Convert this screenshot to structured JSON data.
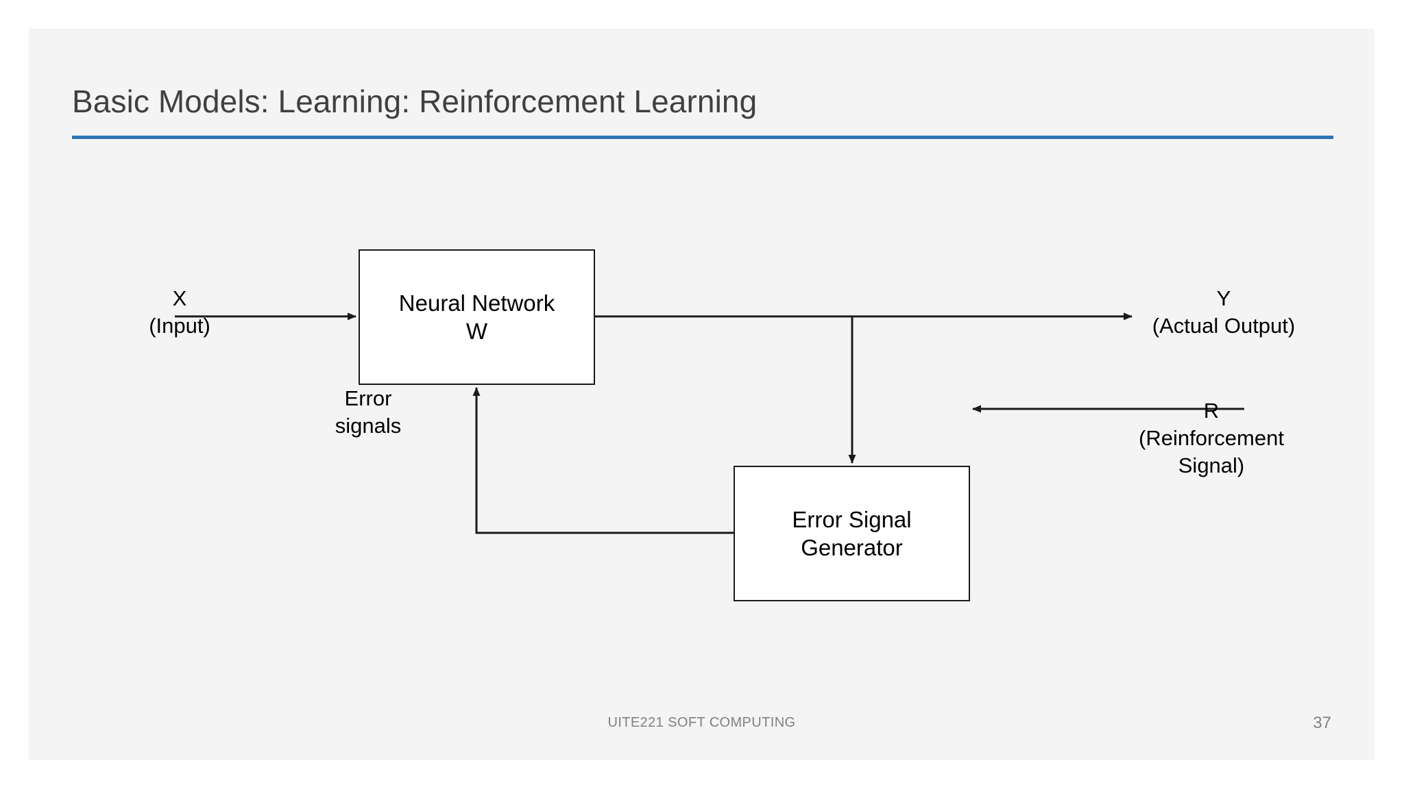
{
  "slide": {
    "title": "Basic Models: Learning: Reinforcement Learning",
    "accent_color": "#2E75B6",
    "background_color": "#F4F4F4",
    "title_color": "#404040",
    "footer": {
      "text": "UITE221 SOFT COMPUTING",
      "page_number": "37",
      "color": "#808080"
    }
  },
  "diagram": {
    "type": "block-diagram",
    "stroke_color": "#1a1a1a",
    "box_fill": "#FFFFFF",
    "boxes": [
      {
        "id": "neural-network",
        "line1": "Neural Network",
        "line2": "W"
      },
      {
        "id": "error-signal-generator",
        "line1": "Error Signal",
        "line2": "Generator"
      }
    ],
    "labels": {
      "input": {
        "symbol": "X",
        "caption": "(Input)"
      },
      "output": {
        "symbol": "Y",
        "caption": "(Actual Output)"
      },
      "reinforcement": {
        "symbol": "R",
        "caption_line1": "(Reinforcement",
        "caption_line2": "Signal)"
      },
      "feedback": {
        "line1": "Error",
        "line2": "signals"
      }
    }
  }
}
